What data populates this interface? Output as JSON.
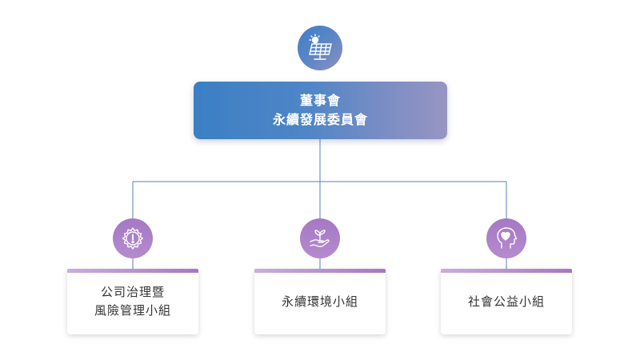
{
  "board": {
    "line1": "董事會",
    "line2": "永續發展委員會",
    "icon": "solar-panel-icon"
  },
  "groups": [
    {
      "line1": "公司治理暨",
      "line2": "風險管理小組",
      "icon": "gear-exclamation-icon"
    },
    {
      "line1": "永續環境小組",
      "icon": "hand-sprout-icon"
    },
    {
      "line1": "社會公益小組",
      "icon": "head-heart-icon"
    }
  ],
  "colors": {
    "board_gradient_start": "#3b7fc4",
    "board_gradient_end": "#9895c2",
    "group_accent": "#a677c4",
    "connector": "#5a7fb5"
  }
}
